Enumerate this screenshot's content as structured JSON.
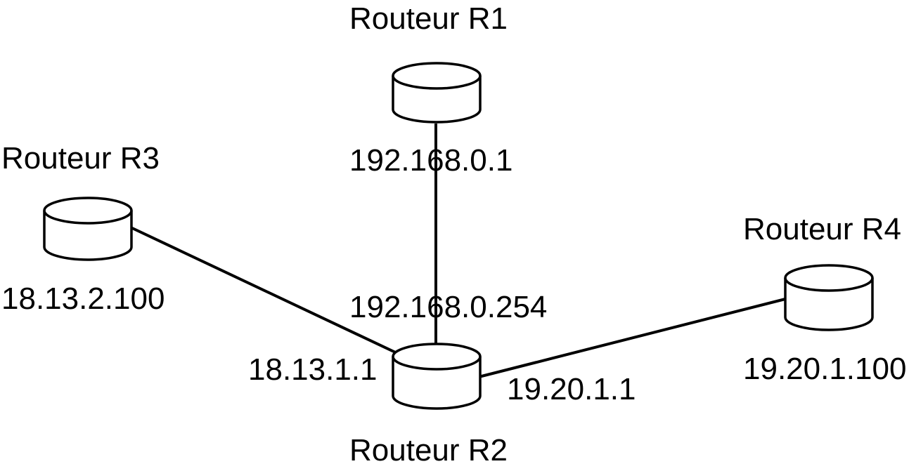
{
  "routers": {
    "r1": {
      "name": "Routeur R1",
      "ip": "192.168.0.1"
    },
    "r2": {
      "name": "Routeur R2",
      "ip_r1_side": "192.168.0.254",
      "ip_r3_side": "18.13.1.1",
      "ip_r4_side": "19.20.1.1"
    },
    "r3": {
      "name": "Routeur R3",
      "ip": "18.13.2.100"
    },
    "r4": {
      "name": "Routeur R4",
      "ip": "19.20.1.100"
    }
  },
  "links": [
    {
      "from": "r1",
      "to": "r2"
    },
    {
      "from": "r3",
      "to": "r2"
    },
    {
      "from": "r2",
      "to": "r4"
    }
  ],
  "colors": {
    "stroke": "#000000",
    "background": "#ffffff"
  }
}
